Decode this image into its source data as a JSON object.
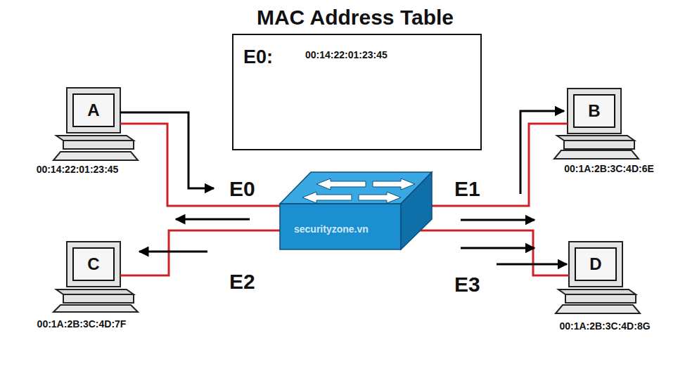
{
  "diagram": {
    "title": "MAC Address Table",
    "nodes": [
      {
        "text": [
          "E0:",
          "00:14:22:01:23:45"
        ]
      },
      {
        "text": [
          "A",
          "00:14:22:01:23:45"
        ]
      },
      {
        "text": [
          "B",
          "00:1A:2B:3C:4D:6E"
        ]
      },
      {
        "text": [
          "C",
          "00:1A:2B:3C:4D:7F"
        ]
      },
      {
        "text": [
          "D",
          "00:1A:2B:3C:4D:8G"
        ]
      }
    ],
    "labels": [
      "E0",
      "E1",
      "E2",
      "E3",
      "securityzone.vn"
    ]
  }
}
